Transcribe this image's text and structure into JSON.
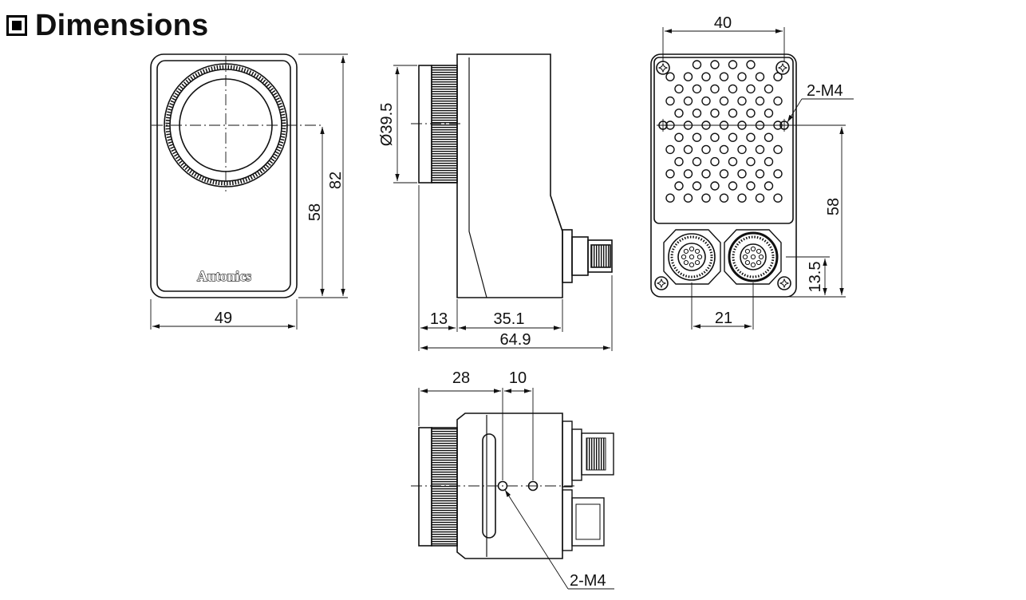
{
  "header": {
    "title": "Dimensions"
  },
  "front_view": {
    "brand_text": "Autonics",
    "width_label": "49",
    "height_label": "82",
    "center_label": "58"
  },
  "side_view": {
    "diameter_label": "Ø39.5",
    "lens_label": "13",
    "body_label": "35.1",
    "total_label": "64.9"
  },
  "back_view": {
    "width_label": "40",
    "thread_label": "2-M4",
    "hole_height_label": "58",
    "connector_height_label": "13.5",
    "connector_pitch_label": "21"
  },
  "bottom_view": {
    "offset_label": "28",
    "pitch_label": "10",
    "thread_label": "2-M4"
  }
}
